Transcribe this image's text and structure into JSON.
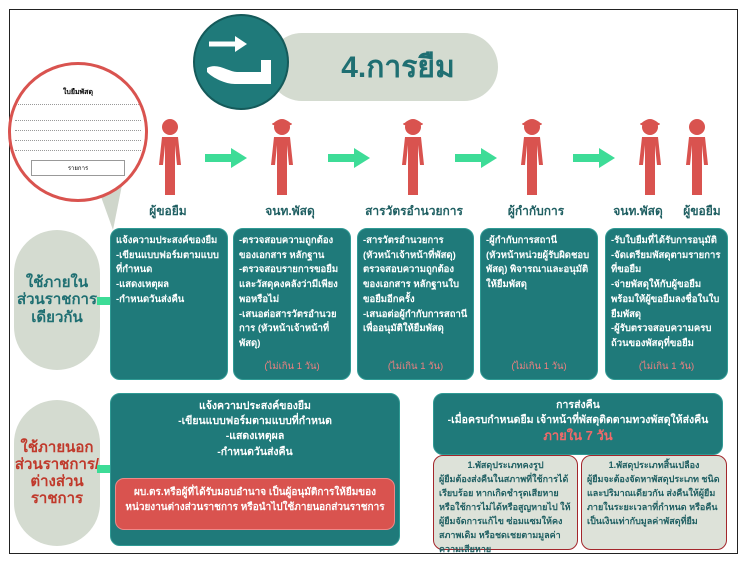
{
  "title": "4.การยืม",
  "form_preview": {
    "heading": "ใบยืมพัสดุ",
    "table_header": "รายการ"
  },
  "roles": [
    "ผู้ขอยืม",
    "จนท.พัสดุ",
    "สารวัตรอำนวยการ",
    "ผู้กำกับการ",
    "จนท.พัสดุ",
    "ผู้ขอยืม"
  ],
  "internal": {
    "label": "ใช้ภายในส่วนราชการเดียวกัน",
    "steps": [
      {
        "lines": [
          "แจ้งความประสงค์ของยืม",
          "-เขียนแบบฟอร์มตามแบบที่กำหนด",
          "-แสดงเหตุผล",
          "-กำหนดวันส่งคืน"
        ],
        "limit": ""
      },
      {
        "lines": [
          "-ตรวจสอบความถูกต้องของเอกสาร หลักฐาน",
          "-ตรวจสอบรายการขอยืมและวัสดุคงคลังว่ามีเพียงพอหรือไม่",
          "-เสนอต่อสารวัตรอำนวยการ (หัวหน้าเจ้าหน้าที่พัสดุ)"
        ],
        "limit": "(ไม่เกิน 1 วัน)"
      },
      {
        "lines": [
          "-สารวัตรอำนวยการ (หัวหน้าเจ้าหน้าที่พัสดุ) ตรวจสอบความถูกต้องของเอกสาร หลักฐานใบขอยืมอีกครั้ง",
          "-เสนอต่อผู้กำกับการสถานีเพื่ออนุมัติให้ยืมพัสดุ"
        ],
        "limit": "(ไม่เกิน 1 วัน)"
      },
      {
        "lines": [
          "-ผู้กำกับการสถานี (หัวหน้าหน่วยผู้รับผิดชอบพัสดุ) พิจารณาและอนุมัติให้ยืมพัสดุ"
        ],
        "limit": "(ไม่เกิน 1 วัน)"
      },
      {
        "lines": [
          "-รับใบยืมที่ได้รับการอนุมัติ",
          "-จัดเตรียมพัสดุตามรายการที่ขอยืม",
          "-จ่ายพัสดุให้กับผู้ขอยืมพร้อมให้ผู้ขอยืมลงชื่อในใบยืมพัสดุ",
          "-ผู้รับตรวจสอบความครบถ้วนของพัสดุที่ขอยืม"
        ],
        "limit": "(ไม่เกิน 1 วัน)"
      }
    ]
  },
  "external": {
    "label": "ใช้ภายนอกส่วนราชการ/ต่างส่วนราชการ",
    "lines": [
      "แจ้งความประสงค์ของยืม",
      "-เขียนแบบฟอร์มตามแบบที่กำหนด",
      "-แสดงเหตุผล",
      "-กำหนดวันส่งคืน"
    ],
    "approval": "ผบ.ตร.หรือผู้ที่ได้รับมอบอำนาจ เป็นผู้อนุมัติการให้ยืมของหน่วยงานต่างส่วนราชการ หรือนำไปใช้ภายนอกส่วนราชการ"
  },
  "return": {
    "title": "การส่งคืน",
    "text": "-เมื่อครบกำหนดยืม เจ้าหน้าที่พัสดุติดตามทวงพัสดุให้ส่งคืน",
    "deadline": "ภายใน 7 วัน",
    "durable": {
      "title": "1.พัสดุประเภทคงรูป",
      "text": "ผู้ยืมต้องส่งคืนในสภาพที่ใช้การได้เรียบร้อย หากเกิดชำรุดเสียหาย หรือใช้การไม่ได้หรือสูญหายไป ให้ผู้ยืมจัดการแก้ไข ซ่อมแซมให้คงสภาพเดิม หรือชดเชยตามมูลค่าความเสียหาย"
    },
    "consumable": {
      "title": "1.พัสดุประเภทสิ้นเปลือง",
      "text": "ผู้ยืมจะต้องจัดหาพัสดุประเภท ชนิด และปริมาณเดียวกัน ส่งคืนให้ผู้ยืมภายในระยะเวลาที่กำหนด หรือคืนเป็นเงินเท่ากับมูลค่าพัสดุที่ยืม"
    }
  },
  "colors": {
    "teal": "#1f7a7a",
    "red": "#d9534f",
    "green": "#3ddc97",
    "sage": "#d4dbd0"
  }
}
